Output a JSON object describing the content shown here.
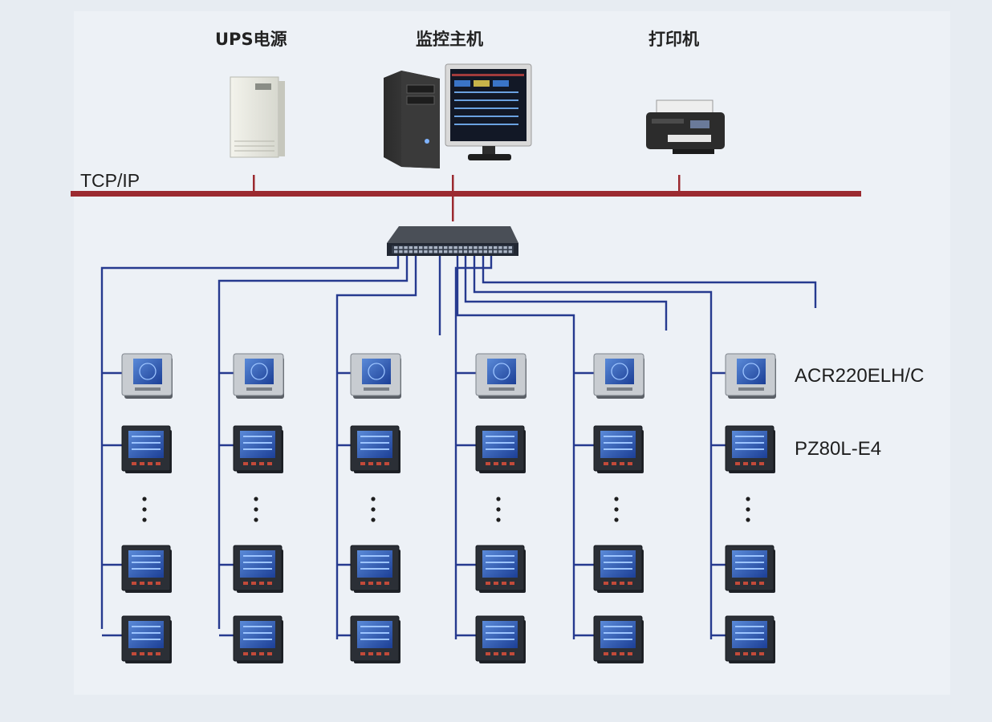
{
  "diagram": {
    "top_devices": {
      "ups": {
        "label": "UPS电源"
      },
      "host": {
        "label": "监控主机"
      },
      "printer": {
        "label": "打印机"
      }
    },
    "network": {
      "label": "TCP/IP"
    },
    "meters": {
      "first": {
        "label": "ACR220ELH/C"
      },
      "second": {
        "label": "PZ80L-E4"
      }
    }
  },
  "colors": {
    "background": "#e7ecf2",
    "panel": "#edf1f6",
    "bus_line": "#9b2a30",
    "branch_line": "#263a8f"
  },
  "icons": [
    "ups-icon",
    "tower-pc-icon",
    "monitor-icon",
    "printer-icon",
    "network-switch-icon",
    "acr-meter-icon",
    "pz-meter-icon"
  ]
}
